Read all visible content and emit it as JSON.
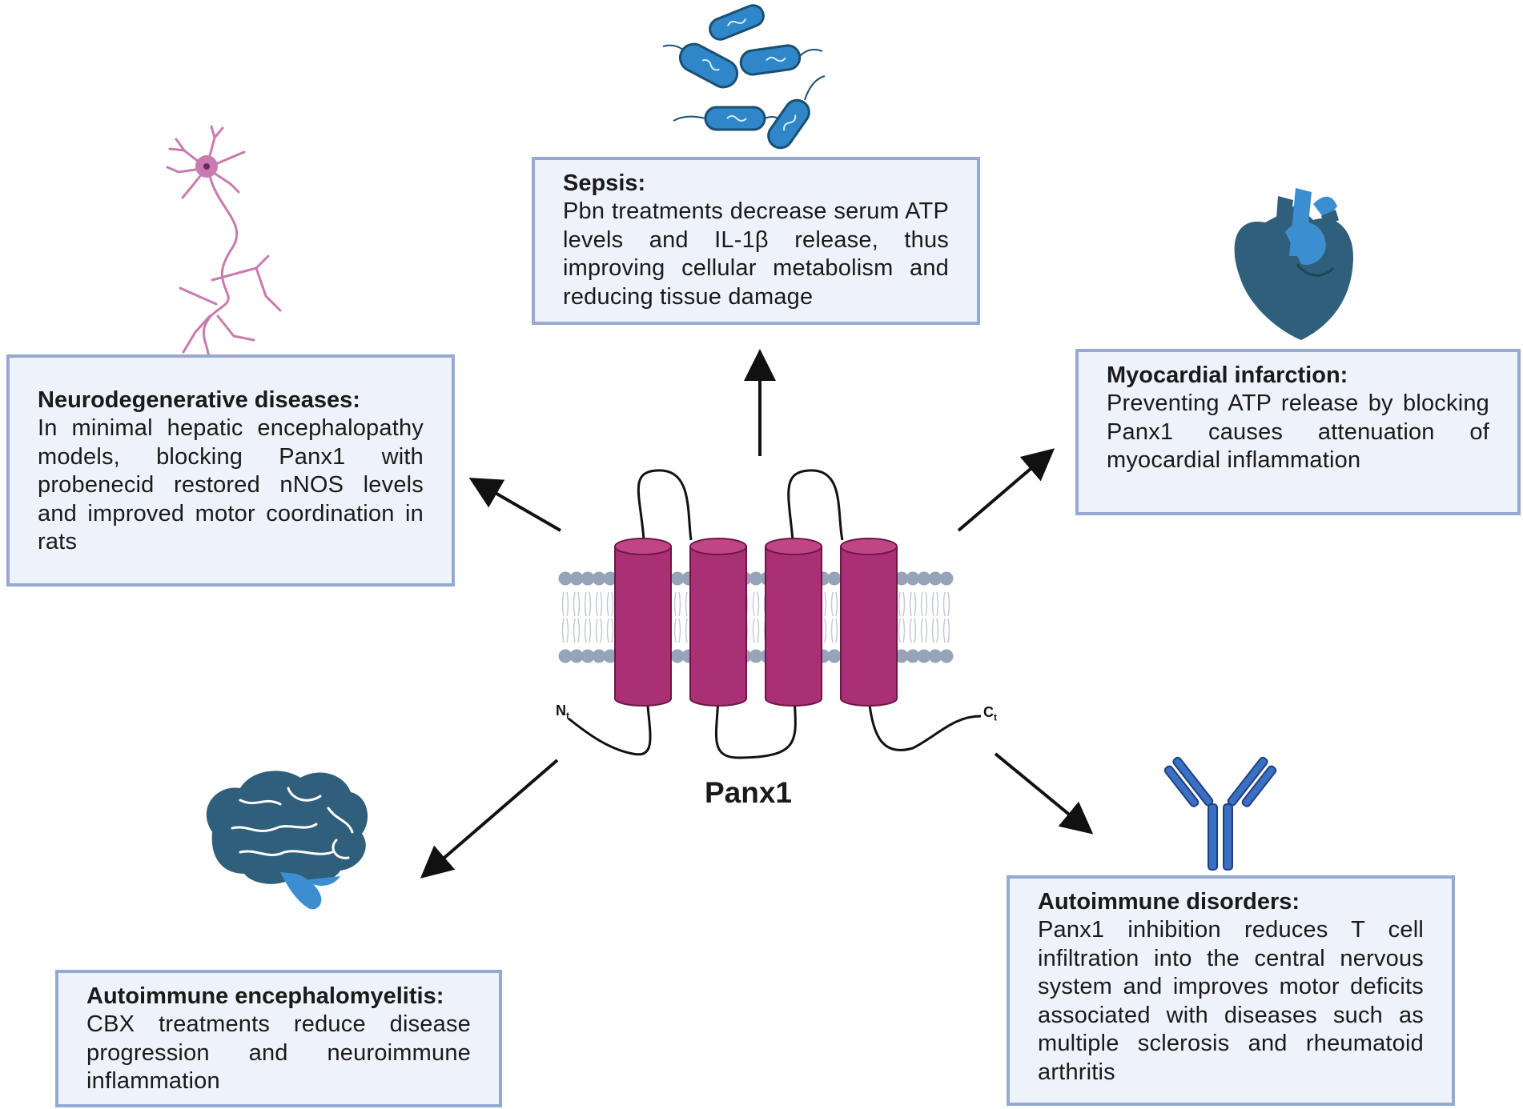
{
  "center": {
    "protein_label": "Panx1",
    "n_terminus": "N",
    "n_terminus_sub": "t",
    "c_terminus": "C",
    "c_terminus_sub": "t"
  },
  "boxes": {
    "sepsis": {
      "title": "Sepsis:",
      "body": "Pbn treatments decrease serum ATP levels and IL-1β release, thus improving cellular metabolism and reducing tissue damage",
      "icon": "bacteria-icon"
    },
    "neurodegenerative": {
      "title": "Neurodegenerative diseases:",
      "body": "In minimal hepatic encephalopathy models, blocking Panx1 with probenecid restored nNOS levels and improved motor coordination in rats",
      "icon": "neuron-icon"
    },
    "myocardial": {
      "title": "Myocardial infarction:",
      "body": "Preventing ATP release by blocking Panx1 causes attenuation of myocardial inflammation",
      "icon": "heart-icon"
    },
    "eae": {
      "title": "Autoimmune encephalomyelitis:",
      "body": "CBX treatments reduce disease progression and neuroimmune inflammation",
      "icon": "brain-icon"
    },
    "autoimmune": {
      "title": "Autoimmune disorders:",
      "body": "Panx1 inhibition reduces T cell infiltration into the central nervous system and improves motor deficits associated with diseases such as multiple sclerosis and rheumatoid arthritis",
      "icon": "antibody-icon"
    }
  },
  "colors": {
    "box_fill": "#eef2fa",
    "box_border": "#95a9d3",
    "channel": "#a93074",
    "lipid_head": "#97a3b8",
    "icon_blue": "#2e5f7a",
    "icon_light_blue": "#3b8fd0",
    "neuron": "#c77bb0",
    "antibody": "#3b6fc4"
  }
}
